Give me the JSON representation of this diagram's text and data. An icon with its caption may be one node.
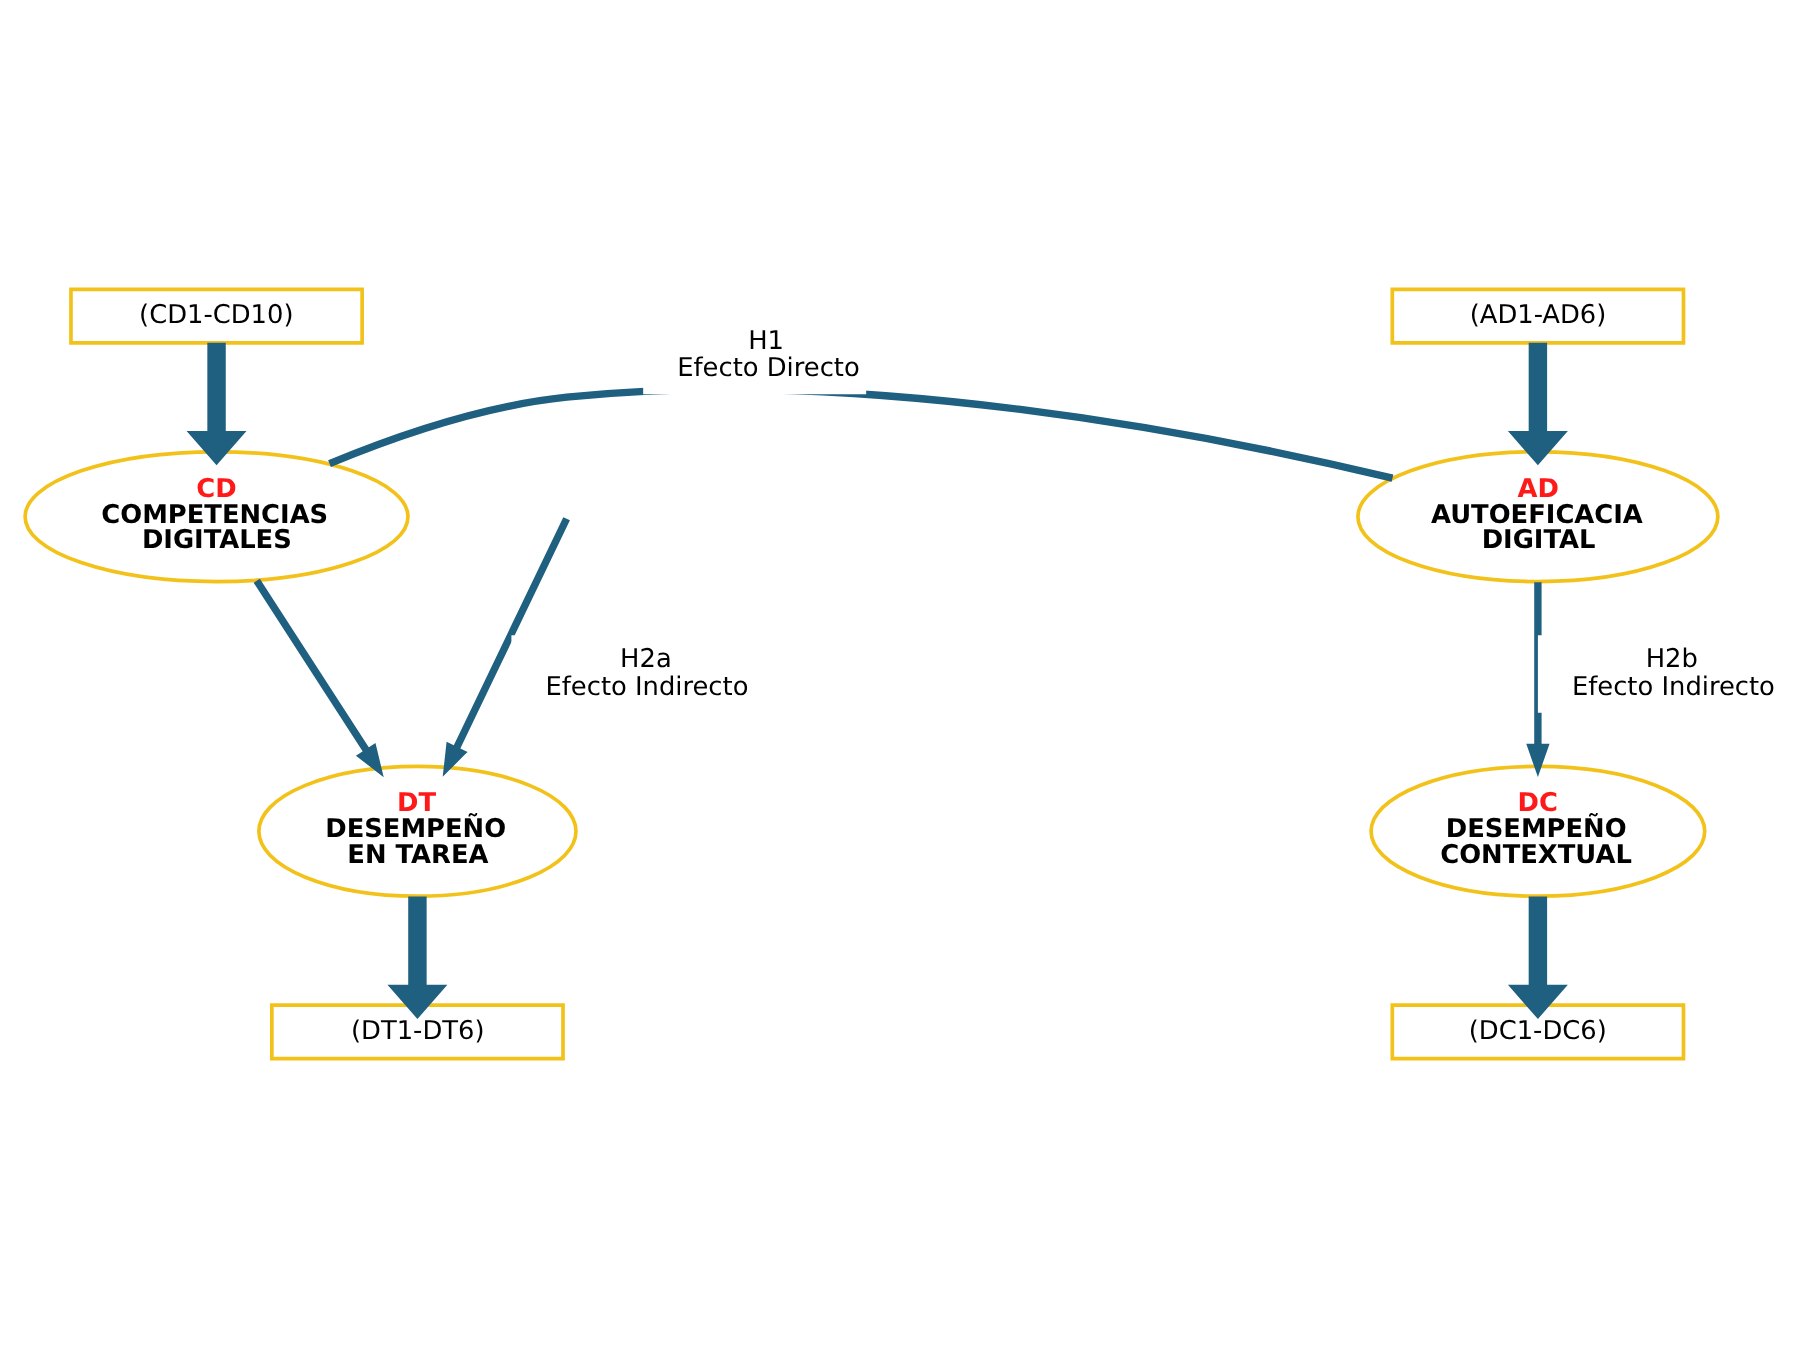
{
  "diagram": {
    "nodes": [
      {
        "text": [
          "(CD1-CD10)"
        ]
      },
      {
        "text": [
          "CD",
          "COMPETENCIAS DIGITALES"
        ]
      },
      {
        "text": [
          "(AD1-AD6)"
        ]
      },
      {
        "text": [
          "AD",
          "AUTOEFICACIA DIGITAL"
        ]
      },
      {
        "text": [
          "DT",
          "DESEMPEÑO EN TAREA"
        ]
      },
      {
        "text": [
          "DC",
          "DESEMPEÑO CONTEXTUAL"
        ]
      },
      {
        "text": [
          "(DT1-DT6)"
        ]
      },
      {
        "text": [
          "(DC1-DC6)"
        ]
      }
    ],
    "edges": [
      {
        "from": 0,
        "to": 1,
        "arrow": "to",
        "style": "thick"
      },
      {
        "from": 2,
        "to": 3,
        "arrow": "to",
        "style": "thick"
      },
      {
        "from": 1,
        "to": 3,
        "arrow": "none",
        "label": "H1 Efecto Directo"
      },
      {
        "from": 1,
        "to": 4,
        "arrow": "to"
      },
      {
        "from": null,
        "to": 4,
        "arrow": "to",
        "label": "H2a Efecto Indirecto"
      },
      {
        "from": 3,
        "to": 5,
        "arrow": "to",
        "label": "H2b Efecto Indirecto"
      },
      {
        "from": 4,
        "to": 6,
        "arrow": "to",
        "style": "thick"
      },
      {
        "from": 5,
        "to": 7,
        "arrow": "to",
        "style": "thick"
      }
    ]
  }
}
